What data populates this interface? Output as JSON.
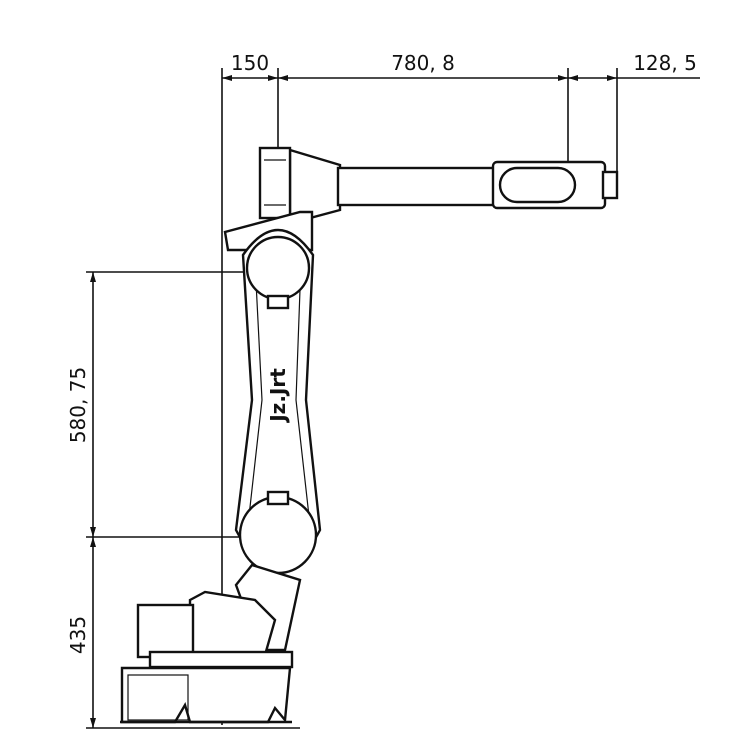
{
  "title": "Robot arm dimension drawing (side view)",
  "dimensions": {
    "top_left": "150",
    "top_middle": "780, 8",
    "top_right": "128, 5",
    "left_upper": "580, 75",
    "left_lower": "435"
  },
  "logo": "Jz.Jrt"
}
